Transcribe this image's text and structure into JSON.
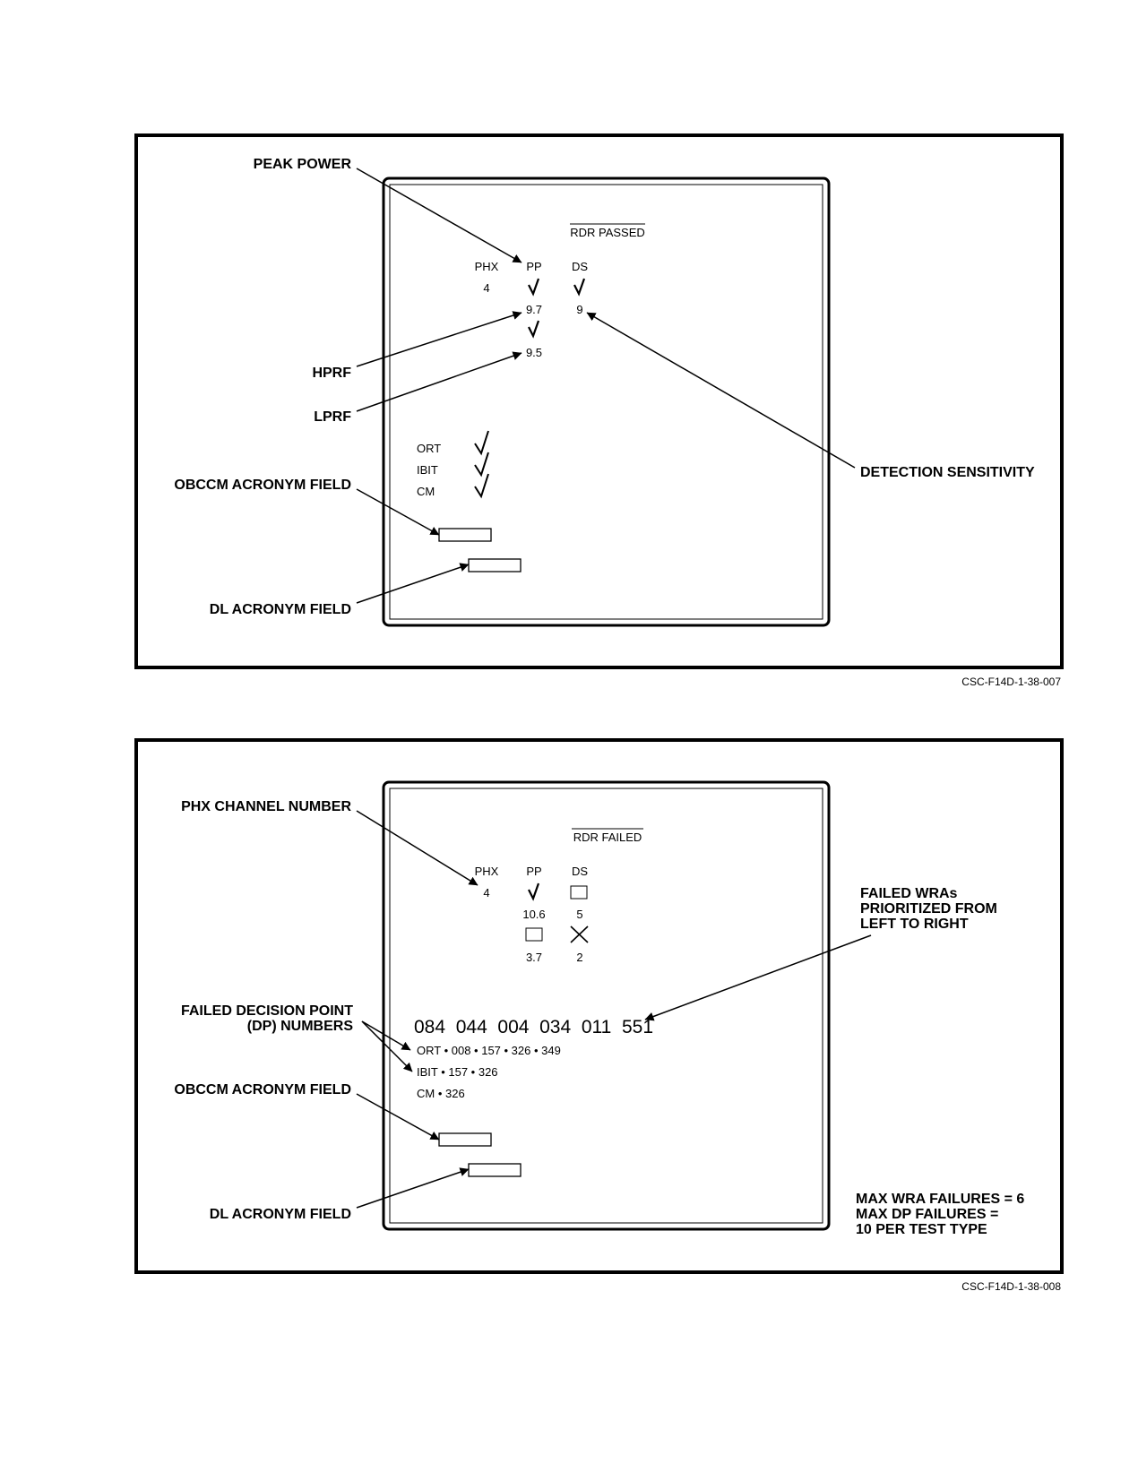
{
  "fig1": {
    "callouts": {
      "peak_power": "PEAK POWER",
      "hprf": "HPRF",
      "lprf": "LPRF",
      "obccm": "OBCCM ACRONYM FIELD",
      "dl": "DL ACRONYM FIELD",
      "detection": "DETECTION SENSITIVITY"
    },
    "screen": {
      "status": "RDR PASSED",
      "col_phx": "PHX",
      "col_pp": "PP",
      "col_ds": "DS",
      "phx_value": "4",
      "pp_hprf": "9.7",
      "pp_lprf": "9.5",
      "ds_value": "9",
      "tests": [
        "ORT",
        "IBIT",
        "CM"
      ]
    },
    "figure_id": "CSC-F14D-1-38-007"
  },
  "fig2": {
    "callouts": {
      "phx_channel": "PHX CHANNEL NUMBER",
      "failed_wras": [
        "FAILED WRAs",
        "PRIORITIZED FROM",
        "LEFT TO RIGHT"
      ],
      "failed_dp": [
        "FAILED DECISION POINT",
        "(DP) NUMBERS"
      ],
      "obccm": "OBCCM ACRONYM FIELD",
      "dl": "DL ACRONYM FIELD",
      "limits": [
        "MAX WRA FAILURES = 6",
        "MAX DP FAILURES =",
        "10 PER TEST TYPE"
      ]
    },
    "screen": {
      "status": "RDR FAILED",
      "col_phx": "PHX",
      "col_pp": "PP",
      "col_ds": "DS",
      "phx_value": "4",
      "pp_hprf": "10.6",
      "ds_hprf": "5",
      "pp_lprf": "3.7",
      "ds_lprf": "2",
      "wra_line": "084  044  004  034  011  551",
      "dp_lines": [
        "ORT • 008 • 157 • 326 • 349",
        "IBIT • 157 • 326",
        "CM • 326"
      ]
    },
    "figure_id": "CSC-F14D-1-38-008"
  }
}
